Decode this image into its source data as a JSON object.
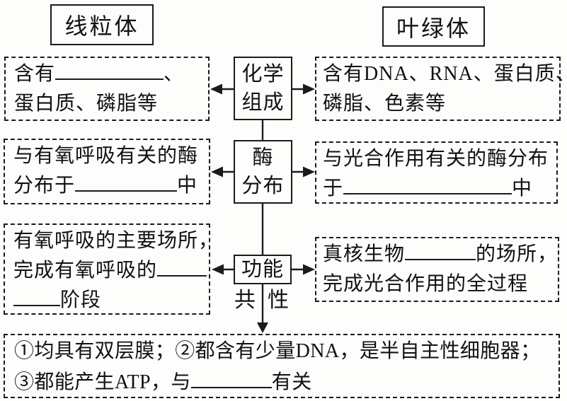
{
  "titles": {
    "mitochondria": "线粒体",
    "chloroplast": "叶绿体"
  },
  "aspects": [
    {
      "label_lines": [
        "化学",
        "组成"
      ],
      "mito": {
        "line1_pre": "含有",
        "line1_post": "、",
        "line2": "蛋白质、磷脂等"
      },
      "chloro": {
        "line1": "含有DNA、RNA、蛋白质、",
        "line2": "磷脂、色素等"
      }
    },
    {
      "label_lines": [
        "酶",
        "分布"
      ],
      "mito": {
        "line1": "与有氧呼吸有关的酶",
        "line2_pre": "分布于",
        "line2_post": "中"
      },
      "chloro": {
        "line1": "与光合作用有关的酶分布",
        "line2_pre": "于",
        "line2_post": "中"
      }
    },
    {
      "label_lines": [
        "功能"
      ],
      "mito": {
        "line1": "有氧呼吸的主要场所，",
        "line2_pre": "完成有氧呼吸的",
        "line3_post": "阶段"
      },
      "chloro": {
        "line1_pre": "真核生物",
        "line1_post": "的场所，",
        "line2": "完成光合作用的全过程"
      }
    }
  ],
  "commonality_label": {
    "left": "共",
    "right": "性"
  },
  "common_features": {
    "line1": "①均具有双层膜；②都含有少量DNA，是半自主性细胞器；",
    "line2_pre": "③都能产生ATP，与",
    "line2_post": "有关"
  }
}
